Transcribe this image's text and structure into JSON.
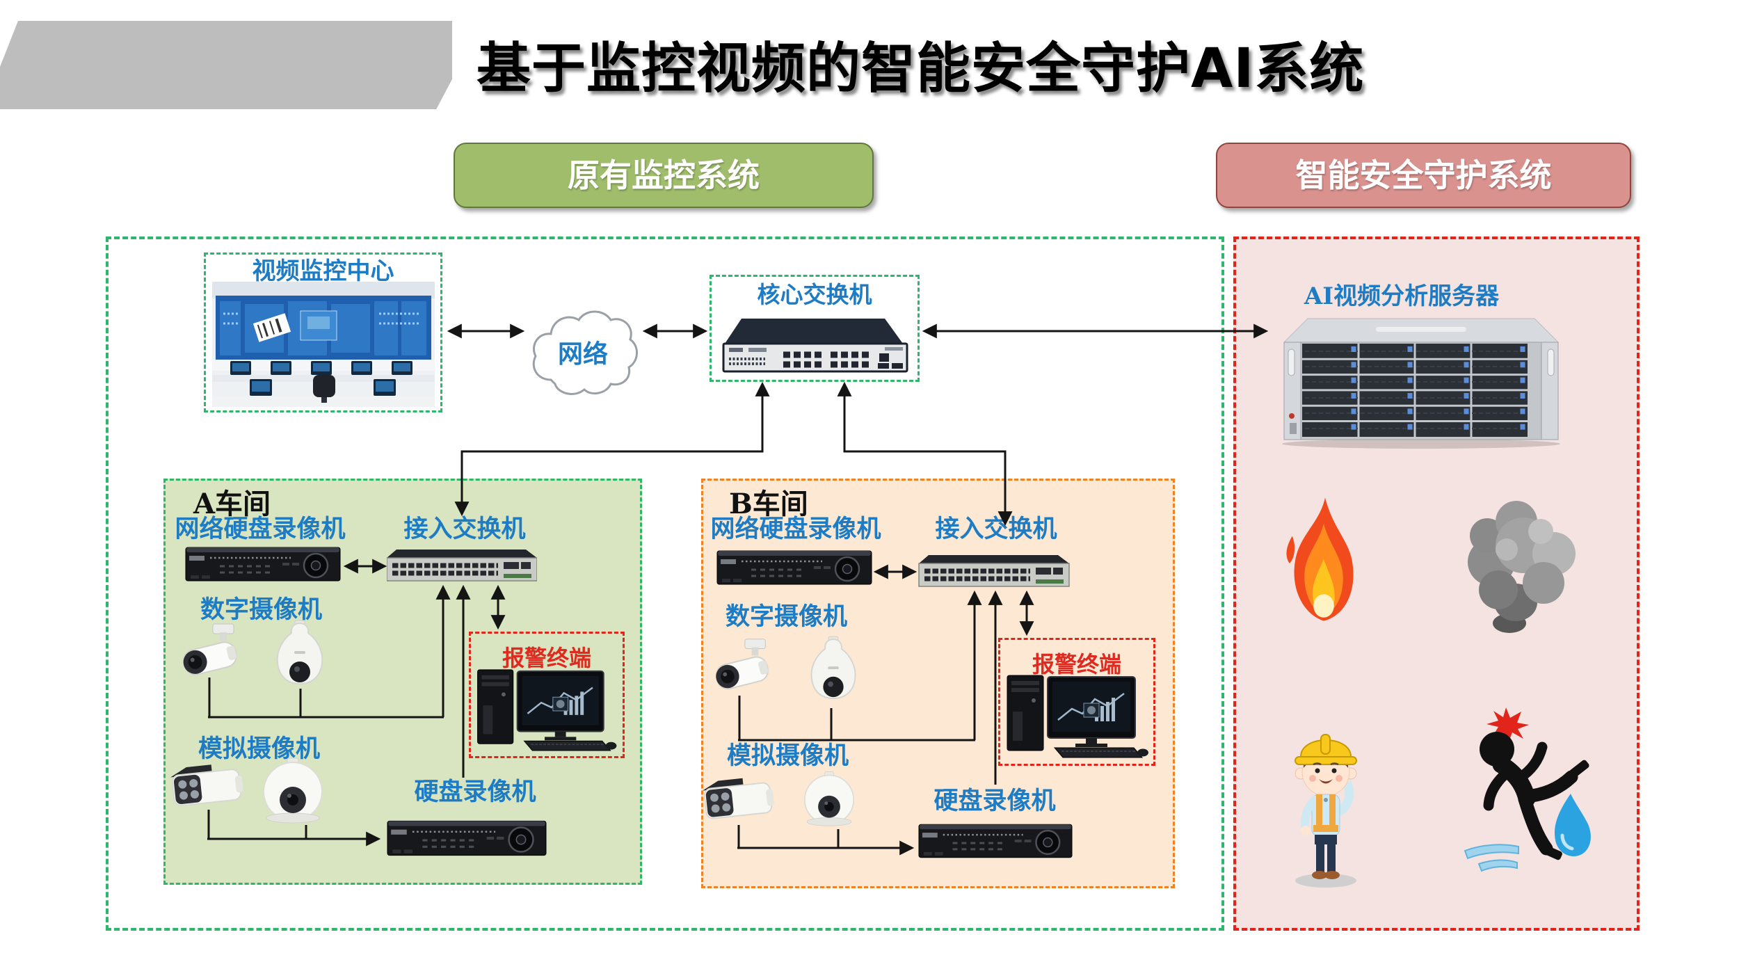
{
  "title": "基于监控视频的智能安全守护AI系统",
  "legend": {
    "original_system": "原有监控系统",
    "smart_system": "智能安全守护系统"
  },
  "backbone": {
    "monitoring_center": "视频监控中心",
    "network": "网络",
    "core_switch": "核心交换机",
    "ai_server": "AI视频分析服务器"
  },
  "workshop_a": {
    "name": "A车间",
    "nvr": "网络硬盘录像机",
    "access_switch": "接入交换机",
    "digital_camera": "数字摄像机",
    "analog_camera": "模拟摄像机",
    "dvr": "硬盘录像机",
    "alarm_terminal": "报警终端"
  },
  "workshop_b": {
    "name": "B车间",
    "nvr": "网络硬盘录像机",
    "access_switch": "接入交换机",
    "digital_camera": "数字摄像机",
    "analog_camera": "模拟摄像机",
    "dvr": "硬盘录像机",
    "alarm_terminal": "报警终端"
  },
  "hazard_icons": {
    "fire": "fire-icon",
    "smoke": "smoke-explosion-icon",
    "helmet_worker": "worker-safety-helmet-icon",
    "person_falling": "person-slipping-icon"
  },
  "colors": {
    "label_blue": "#1e7cc4",
    "alarm_red": "#e02a20",
    "legend_green_fill": "#9fbd6b",
    "legend_red_fill": "#d9928e",
    "panel_pink_fill": "#f5e3e1",
    "workshop_a_fill": "#d8e5c0",
    "workshop_b_fill": "#fce8d3",
    "dashed_green": "#2fb66d",
    "dashed_orange": "#ef8222",
    "dashed_red": "#e1251b",
    "banner_gray": "#bdbdbd"
  }
}
